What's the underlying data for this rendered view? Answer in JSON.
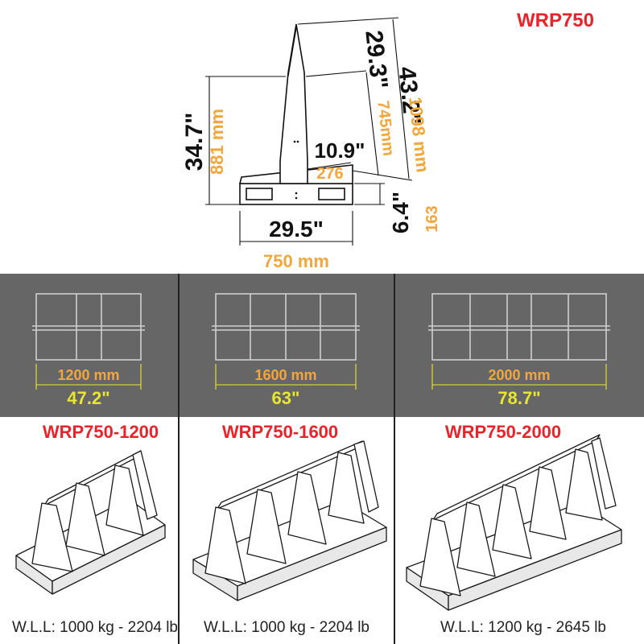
{
  "model": "WRP750",
  "side_view": {
    "total_height_in": "43.2\"",
    "total_height_mm": "1098 mm",
    "a_frame_height_in": "29.3\"",
    "a_frame_height_mm": "745mm",
    "rack_height_in": "34.7\"",
    "rack_height_mm": "881 mm",
    "ledge_in": "10.9\"",
    "ledge_mm": "276",
    "base_height_in": "6.4\"",
    "base_height_mm": "163",
    "width_in": "29.5\"",
    "width_mm": "750 mm"
  },
  "variants": [
    {
      "length_mm": "1200 mm",
      "length_in": "47.2\"",
      "name": "WRP750-1200",
      "wll": "W.L.L: 1000 kg - 2204 lb"
    },
    {
      "length_mm": "1600 mm",
      "length_in": "63\"",
      "name": "WRP750-1600",
      "wll": "W.L.L: 1000 kg - 2204 lb"
    },
    {
      "length_mm": "2000 mm",
      "length_in": "78.7\"",
      "name": "WRP750-2000",
      "wll": "W.L.L: 1200 kg - 2645 lb"
    }
  ],
  "colors": {
    "title_red": "#e8232a",
    "mm_orange": "#f3a63a",
    "inch_yellow": "#e9e62f",
    "band_gray": "#666666"
  }
}
